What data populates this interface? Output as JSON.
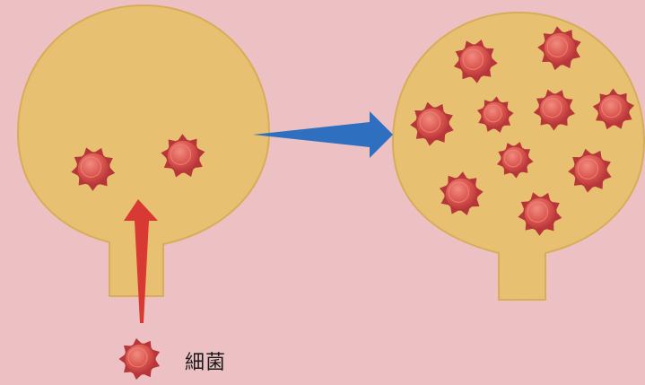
{
  "labels": {
    "bacteria": "細菌"
  },
  "colors": {
    "background": "#efc3c6",
    "flask_fill": "#e8c071",
    "flask_stroke": "#d7ad5a",
    "bacterium": "#d9544c",
    "bacterium_dark": "#b7363a",
    "bacterium_light": "#f08a80",
    "entry_arrow": "#d83a33",
    "growth_arrow": "#2f6fbf"
  },
  "icons": [
    "bacterium-icon",
    "flask-shape",
    "arrow-icon"
  ],
  "diagram": {
    "before_count": 2,
    "after_count": 10
  }
}
